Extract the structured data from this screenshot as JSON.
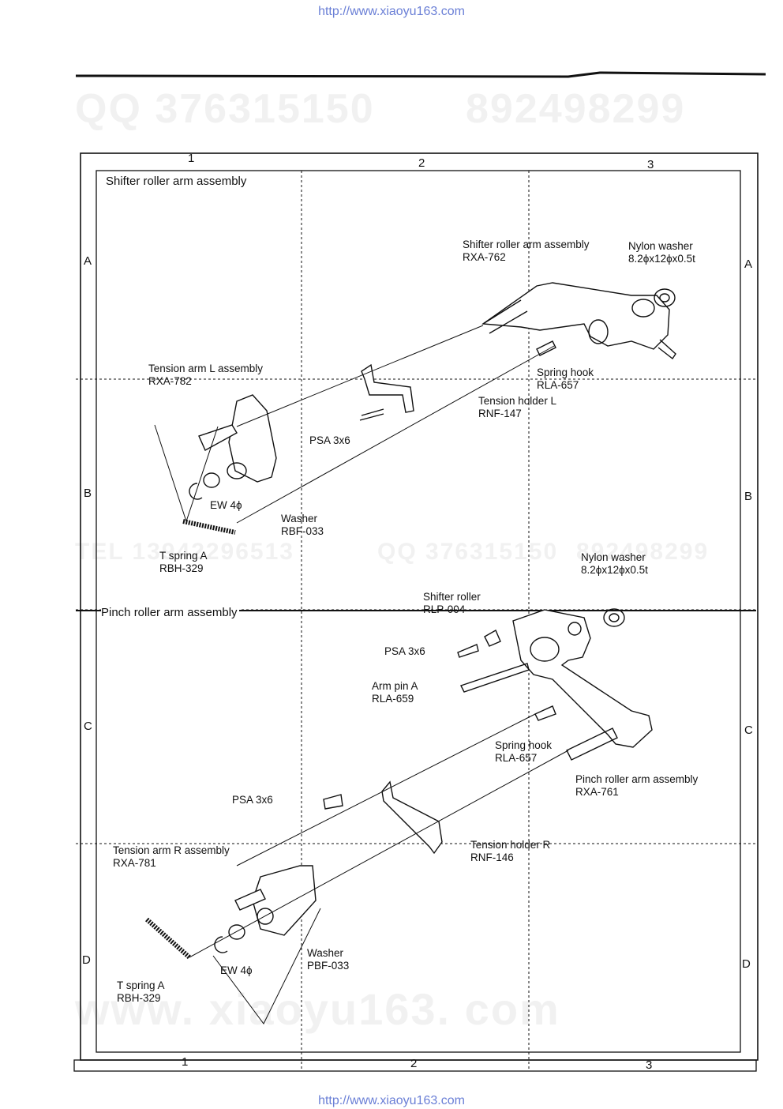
{
  "header_url": "http://www.xiaoyu163.com",
  "footer_url": "http://www.xiaoyu163.com",
  "watermarks": {
    "qq_top": "QQ 376315150",
    "num_top": "892498299",
    "tel_mid": "TEL 13942296513",
    "qq_mid": "QQ 376315150",
    "num_mid": "892498299",
    "site_bottom": "www. xiaoyu163. com"
  },
  "grid": {
    "cols": [
      "1",
      "2",
      "3"
    ],
    "rows": [
      "A",
      "B",
      "C",
      "D"
    ]
  },
  "sections": {
    "top_title": "Shifter roller arm assembly",
    "bottom_title": "Pinch roller arm assembly"
  },
  "labels": {
    "shifter_arm_name": "Shifter roller arm assembly",
    "shifter_arm_code": "RXA-762",
    "nylon_washer_top_name": "Nylon washer",
    "nylon_washer_top_spec": "8.2ϕx12ϕx0.5t",
    "spring_hook_top_name": "Spring hook",
    "spring_hook_top_code": "RLA-657",
    "tension_holder_l_name": "Tension holder L",
    "tension_holder_l_code": "RNF-147",
    "tension_arm_l_name": "Tension arm L assembly",
    "tension_arm_l_code": "RXA-782",
    "psa_top": "PSA 3x6",
    "ew_top": "EW 4ϕ",
    "washer_top_name": "Washer",
    "washer_top_code": "RBF-033",
    "t_spring_top_name": "T spring A",
    "t_spring_top_code": "RBH-329",
    "nylon_washer_mid_name": "Nylon washer",
    "nylon_washer_mid_spec": "8.2ϕx12ϕx0.5t",
    "shifter_roller_name": "Shifter roller",
    "shifter_roller_code": "RLP-004",
    "psa_mid": "PSA 3x6",
    "arm_pin_name": "Arm pin A",
    "arm_pin_code": "RLA-659",
    "spring_hook_mid_name": "Spring hook",
    "spring_hook_mid_code": "RLA-657",
    "pinch_arm_name": "Pinch roller arm assembly",
    "pinch_arm_code": "RXA-761",
    "psa_low": "PSA 3x6",
    "tension_holder_r_name": "Tension holder R",
    "tension_holder_r_code": "RNF-146",
    "tension_arm_r_name": "Tension arm R assembly",
    "tension_arm_r_code": "RXA-781",
    "washer_low_name": "Washer",
    "washer_low_code": "PBF-033",
    "ew_low": "EW 4ϕ",
    "t_spring_low_name": "T spring A",
    "t_spring_low_code": "RBH-329"
  }
}
